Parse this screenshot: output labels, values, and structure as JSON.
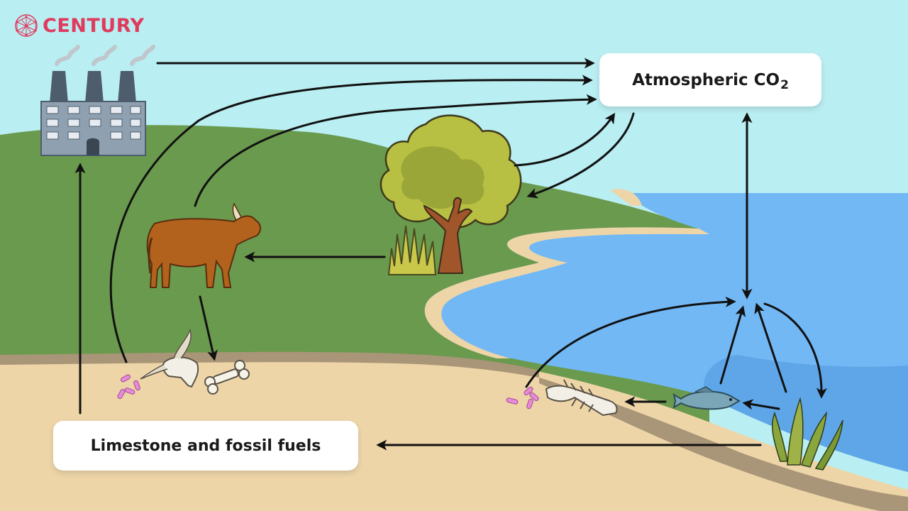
{
  "brand": {
    "name": "CENTURY",
    "icon": "network-globe-icon"
  },
  "labels": {
    "atmospheric_co2": "Atmospheric CO",
    "co2_subscript": "2",
    "limestone": "Limestone and fossil fuels"
  },
  "colors": {
    "brand": "#e03a5c",
    "sky": "#b9eef2",
    "land": "#6a9a4d",
    "sand": "#edd5a8",
    "water": "#72b8f4",
    "arrow": "#111111"
  }
}
